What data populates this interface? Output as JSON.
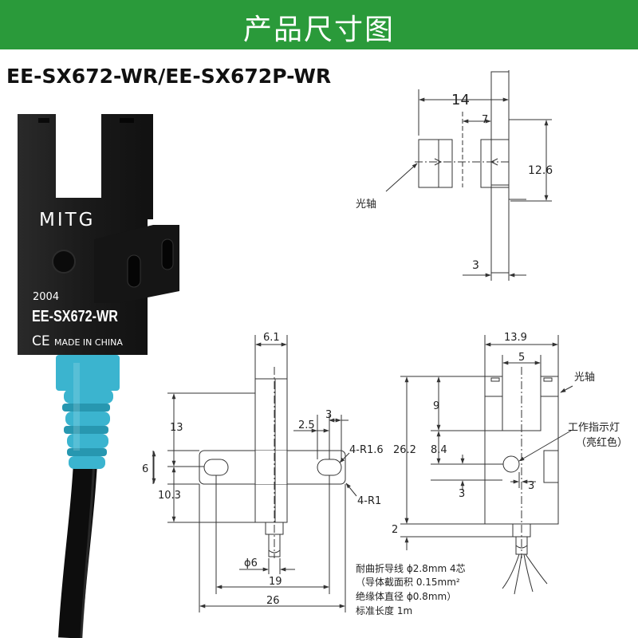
{
  "header": {
    "title": "产品尺寸图"
  },
  "product": {
    "model": "EE-SX672-WR/EE-SX672P-WR",
    "brand": "MITG",
    "year": "2004",
    "label_model": "EE-SX672-WR",
    "ce_mark": "CE",
    "made_in": "MADE IN CHINA"
  },
  "side_view": {
    "dim_width": "14",
    "dim_half": "7",
    "dim_height": "12.6",
    "dim_thick": "3",
    "optical_axis": "光轴"
  },
  "front_view": {
    "dim_top": "6.1",
    "dim_13": "13",
    "dim_6": "6",
    "dim_10_3": "10.3",
    "dim_2_5": "2.5",
    "dim_3": "3",
    "radius_small": "4-R1.6",
    "radius_large": "4-R1",
    "dim_phi6": "ϕ6",
    "dim_19": "19",
    "dim_26": "26"
  },
  "end_view": {
    "dim_13_9": "13.9",
    "dim_5": "5",
    "optical_axis": "光轴",
    "dim_9": "9",
    "dim_26_2": "26.2",
    "dim_8_4": "8.4",
    "dim_3a": "3",
    "dim_3b": "3",
    "dim_2": "2",
    "indicator_label": "工作指示灯",
    "indicator_color": "（亮红色）"
  },
  "cable_notes": [
    "耐曲折导线 ϕ2.8mm  4芯",
    "（导体截面积 0.15mm²",
    "绝缘体直径 ϕ0.8mm）",
    "标准长度 1m"
  ],
  "colors": {
    "banner": "#2a9a3a",
    "sensor_body": "#1c1c1c",
    "cable_sleeve": "#3bb4cf",
    "cable": "#0d0d0d",
    "drawing_line": "#333333"
  }
}
